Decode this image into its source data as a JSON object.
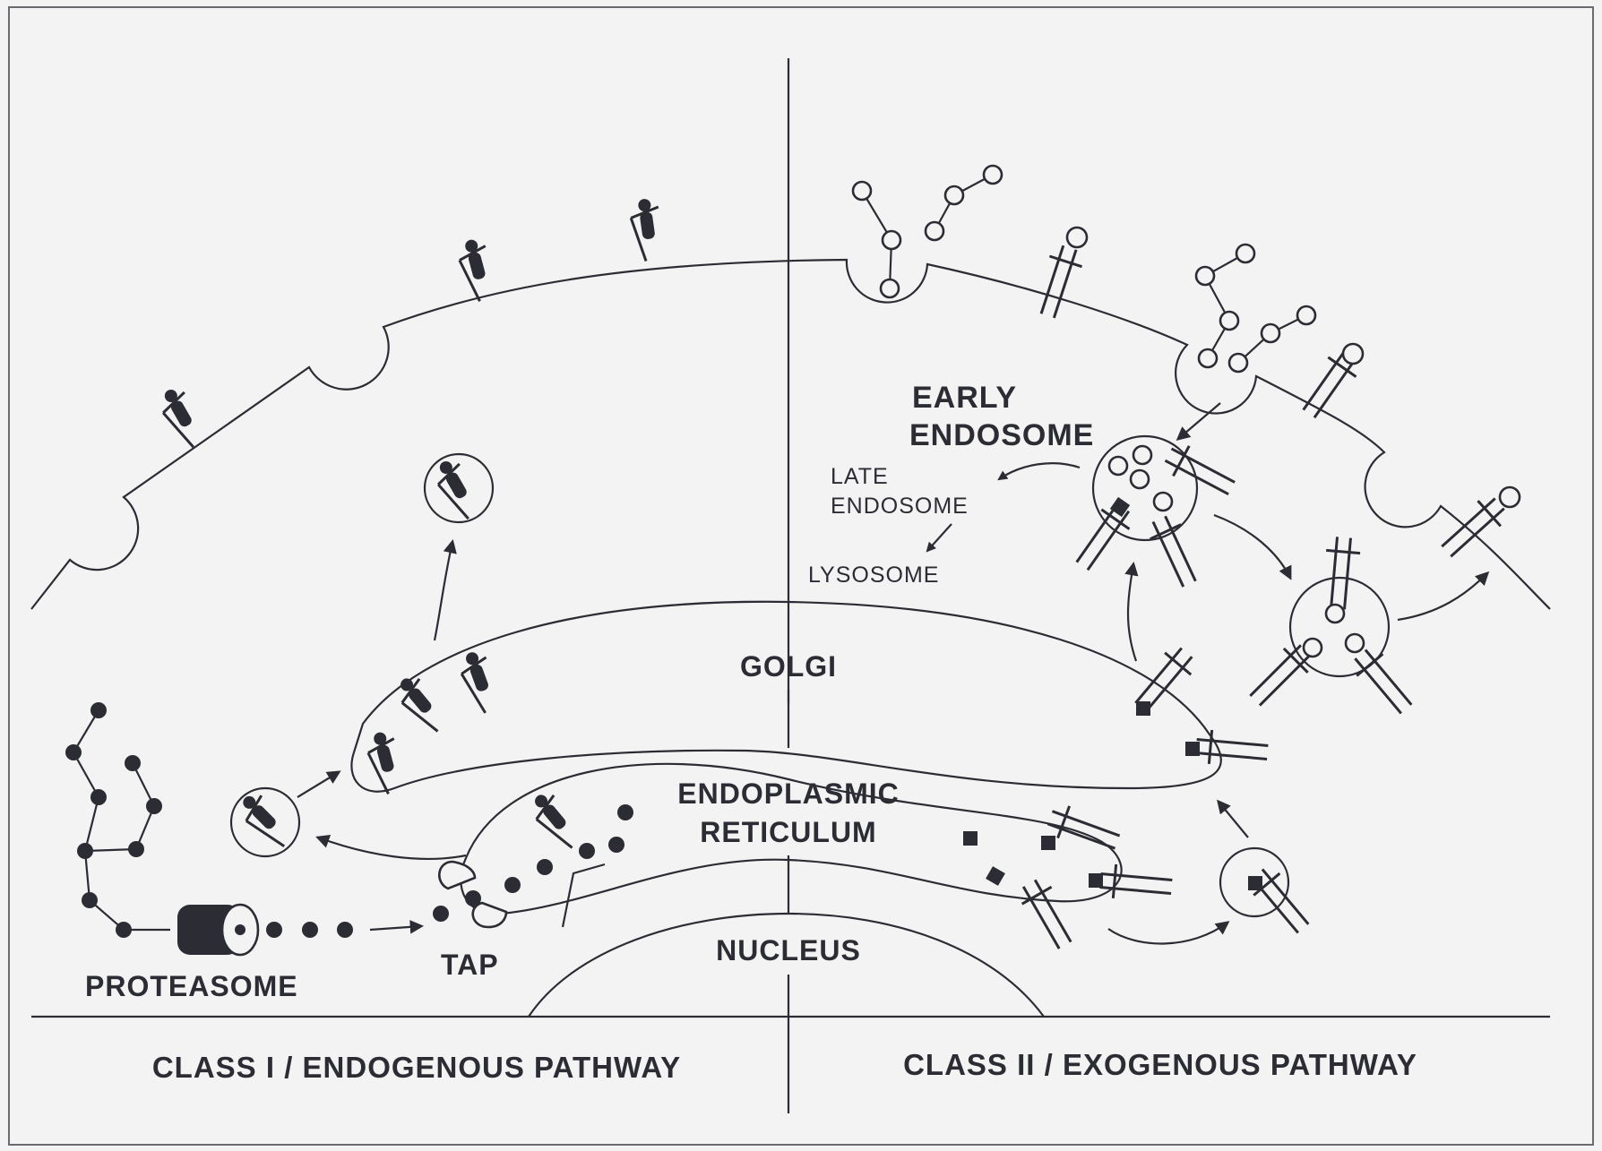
{
  "figure": {
    "background": "#f3f3f3",
    "ink": "#2c2c34"
  },
  "labels": {
    "early_endosome_line1": "EARLY",
    "early_endosome_line2": "ENDOSOME",
    "late_endosome_line1": "LATE",
    "late_endosome_line2": "ENDOSOME",
    "lysosome": "LYSOSOME",
    "golgi": "GOLGI",
    "er_line1": "ENDOPLASMIC",
    "er_line2": "RETICULUM",
    "nucleus": "NUCLEUS",
    "proteasome": "PROTEASOME",
    "tap": "TAP",
    "class_one": "CLASS I / ENDOGENOUS PATHWAY",
    "class_two": "CLASS II / EXOGENOUS PATHWAY"
  },
  "icons": [
    "mhc-class-i-icon",
    "mhc-class-ii-icon",
    "antigen-chain-icon",
    "protein-chain-icon",
    "proteasome-icon",
    "tap-transporter-icon",
    "vesicle-icon",
    "peptide-dot-icon",
    "arrow-icon"
  ]
}
